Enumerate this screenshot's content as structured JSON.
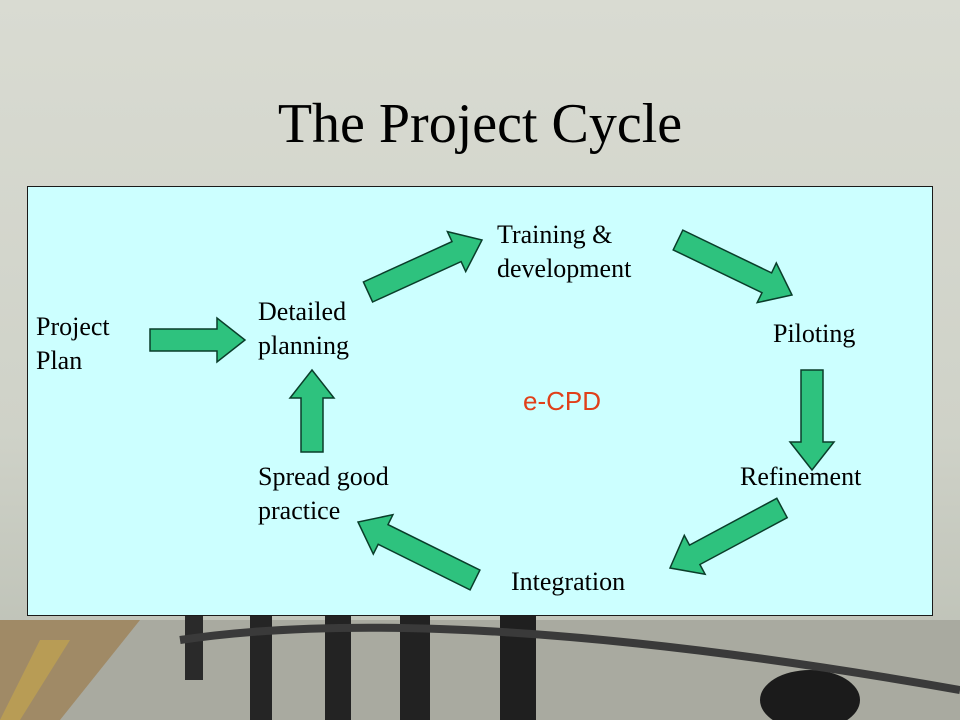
{
  "title": "The Project Cycle",
  "center_label": "e-CPD",
  "nodes": {
    "project_plan": [
      "Project",
      "Plan"
    ],
    "detailed_planning": [
      "Detailed",
      "planning"
    ],
    "training": [
      "Training &",
      "development"
    ],
    "piloting": [
      "Piloting"
    ],
    "refinement": [
      "Refinement"
    ],
    "integration": [
      "Integration"
    ],
    "spread": [
      "Spread good",
      "practice"
    ]
  },
  "colors": {
    "panel": "#ccffff",
    "arrow_fill": "#2ec27e",
    "arrow_stroke": "#0a3d2a",
    "center_text": "#e0401a"
  }
}
